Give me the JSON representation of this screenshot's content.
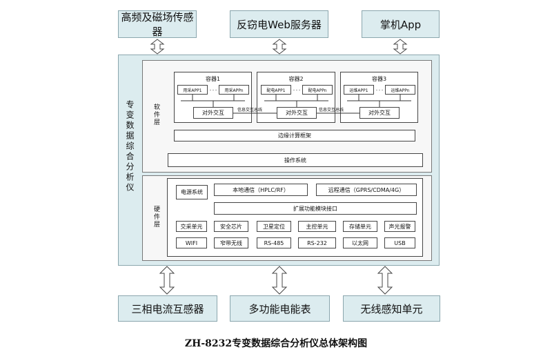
{
  "top_boxes": [
    "高频及磁场传感器",
    "反窃电Web服务器",
    "掌机App"
  ],
  "bottom_boxes": [
    "三相电流互感器",
    "多功能电能表",
    "无线感知单元"
  ],
  "main_label": "专变数据综合分析仪",
  "software_layer": {
    "label": "软件层",
    "containers": [
      {
        "title": "容器1",
        "app_first": "用采APP1",
        "app_last": "用采APPn",
        "dash": "- - -",
        "interact": "对外交互"
      },
      {
        "title": "容器2",
        "app_first": "配电APP1",
        "app_last": "配电APPn",
        "dash": "- - -",
        "interact": "对外交互"
      },
      {
        "title": "容器3",
        "app_first": "运维APP1",
        "app_last": "运维APPn",
        "dash": "- - -",
        "interact": "对外交互"
      }
    ],
    "bus_labels": [
      "信息交互总线",
      "信息交互总线"
    ],
    "edge_framework": "边缘计算框架",
    "os": "操作系统"
  },
  "hardware_layer": {
    "label": "硬件层",
    "power": "电源系统",
    "local_comm": "本地通信（HPLC/RF）",
    "remote_comm": "远程通信（GPRS/CDMA/4G）",
    "ext_interface": "扩展功能模块接口",
    "row1": [
      "交采单元",
      "安全芯片",
      "卫星定位",
      "主控单元",
      "存储单元",
      "声光报警"
    ],
    "row2": [
      "WIFI",
      "窄带无线",
      "RS-485",
      "RS-232",
      "以太网",
      "USB"
    ]
  },
  "caption": "ZH-8232专变数据综合分析仪总体架构图"
}
